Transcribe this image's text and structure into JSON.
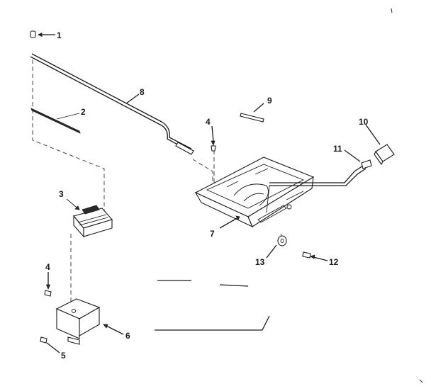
{
  "callouts": {
    "c1": "1",
    "c2": "2",
    "c3": "3",
    "c4a": "4",
    "c4b": "4",
    "c5": "5",
    "c6": "6",
    "c7": "7",
    "c8": "8",
    "c9": "9",
    "c10": "10",
    "c11": "11",
    "c12": "12",
    "c13": "13"
  }
}
